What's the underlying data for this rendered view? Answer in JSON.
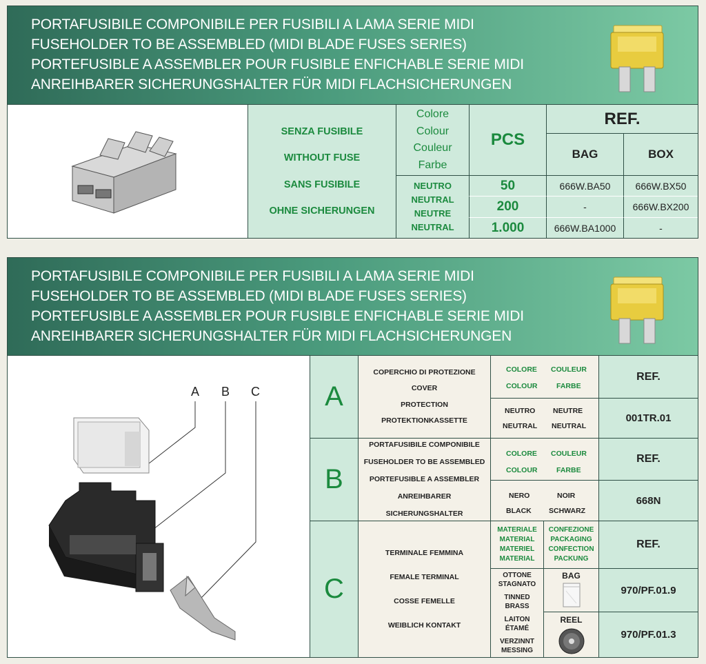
{
  "section1": {
    "banner": [
      "PORTAFUSIBILE COMPONIBILE PER FUSIBILI A LAMA SERIE MIDI",
      "FUSEHOLDER TO BE ASSEMBLED (MIDI BLADE FUSES SERIES)",
      "PORTEFUSIBLE A  ASSEMBLER POUR FUSIBLE ENFICHABLE SERIE MIDI",
      "ANREIHBARER SICHERUNGSHALTER FÜR MIDI FLACHSICHERUNGEN"
    ],
    "description": [
      "SENZA FUSIBILE",
      "WITHOUT FUSE",
      "SANS FUSIBILE",
      "OHNE SICHERUNGEN"
    ],
    "colour_header": [
      "Colore",
      "Colour",
      "Couleur",
      "Farbe"
    ],
    "pcs_header": "PCS",
    "ref_header": "REF.",
    "bag_header": "BAG",
    "box_header": "BOX",
    "colour_values": [
      "NEUTRO",
      "NEUTRAL",
      "NEUTRE",
      "NEUTRAL"
    ],
    "rows": [
      {
        "pcs": "50",
        "bag": "666W.BA50",
        "box": "666W.BX50"
      },
      {
        "pcs": "200",
        "bag": "-",
        "box": "666W.BX200"
      },
      {
        "pcs": "1.000",
        "bag": "666W.BA1000",
        "box": "-"
      }
    ]
  },
  "section2": {
    "banner": [
      "PORTAFUSIBILE COMPONIBILE PER FUSIBILI A LAMA SERIE MIDI",
      "FUSEHOLDER TO BE ASSEMBLED (MIDI BLADE FUSES SERIES)",
      "PORTEFUSIBLE A  ASSEMBLER POUR FUSIBLE ENFICHABLE SERIE MIDI",
      "ANREIHBARER SICHERUNGSHALTER FÜR MIDI FLACHSICHERUNGEN"
    ],
    "callouts": [
      "A",
      "B",
      "C"
    ],
    "partA": {
      "letter": "A",
      "desc": [
        "COPERCHIO DI PROTEZIONE",
        "COVER",
        "PROTECTION",
        "PROTEKTIONKASSETTE"
      ],
      "colour_labels": [
        "COLORE",
        "COULEUR",
        "COLOUR",
        "FARBE"
      ],
      "values": [
        "NEUTRO",
        "NEUTRE",
        "NEUTRAL",
        "NEUTRAL"
      ],
      "ref_label": "REF.",
      "ref": "001TR.01"
    },
    "partB": {
      "letter": "B",
      "desc": [
        "PORTAFUSIBILE COMPONIBILE",
        "FUSEHOLDER TO BE ASSEMBLED",
        "PORTEFUSIBLE A ASSEMBLER",
        "ANREIHBARER SICHERUNGSHALTER"
      ],
      "colour_labels": [
        "COLORE",
        "COULEUR",
        "COLOUR",
        "FARBE"
      ],
      "values": [
        "NERO",
        "NOIR",
        "BLACK",
        "SCHWARZ"
      ],
      "ref_label": "REF.",
      "ref": "668N"
    },
    "partC": {
      "letter": "C",
      "desc": [
        "TERMINALE FEMMINA",
        "FEMALE TERMINAL",
        "COSSE FEMELLE",
        "WEIBLICH KONTAKT"
      ],
      "material_labels": [
        "MATERIALE",
        "MATERIAL",
        "MATERIEL",
        "MATERIAL"
      ],
      "packaging_labels": [
        "CONFEZIONE",
        "PACKAGING",
        "CONFECTION",
        "PACKUNG"
      ],
      "materials": [
        "OTTONE",
        "STAGNATO",
        "TINNED",
        "BRASS",
        "LAITON",
        "ÉTAMÉ",
        "VERZINNT",
        "MESSING"
      ],
      "bag_label": "BAG",
      "reel_label": "REEL",
      "ref_label": "REF.",
      "ref_bag": "970/PF.01.9",
      "ref_reel": "970/PF.01.3"
    }
  }
}
